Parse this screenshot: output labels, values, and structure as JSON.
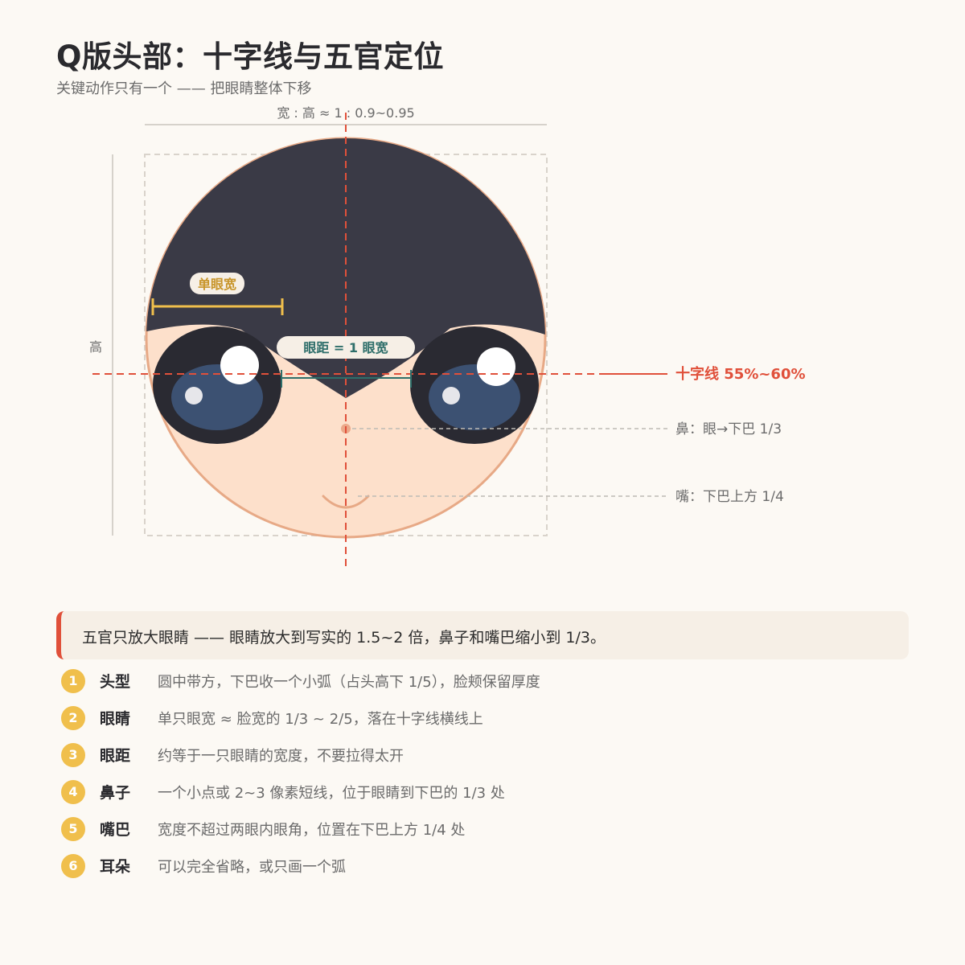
{
  "header": {
    "title": "Q版头部：十字线与五官定位",
    "subtitle": "关键动作只有一个 —— 把眼睛整体下移"
  },
  "diagram": {
    "width_ratio_label": "宽 : 高 ≈ 1 : 0.9~0.95",
    "height_label": "高",
    "eye_width_label": "单眼宽",
    "eye_gap_label": "眼距 = 1 眼宽",
    "crosshair_label": "十字线 55%~60%",
    "nose_label": "鼻：眼→下巴 1/3",
    "mouth_label": "嘴：下巴上方 1/4",
    "colors": {
      "accent_red": "#e0503a",
      "hair": "#3a3a46",
      "skin": "#fde0cb",
      "skin_outline": "#e7a986",
      "iris": "#3c5172",
      "eye_dark": "#2a2a32",
      "label_gold": "#c8952a",
      "label_teal": "#2e6e6a"
    }
  },
  "callout": {
    "text": "五官只放大眼睛 —— 眼睛放大到写实的 1.5~2 倍，鼻子和嘴巴缩小到 1/3。"
  },
  "rules": [
    {
      "num": "1",
      "term": "头型",
      "desc": "圆中带方，下巴收一个小弧（占头高下 1/5），脸颊保留厚度"
    },
    {
      "num": "2",
      "term": "眼睛",
      "desc": "单只眼宽 ≈ 脸宽的 1/3 ~ 2/5，落在十字线横线上"
    },
    {
      "num": "3",
      "term": "眼距",
      "desc": "约等于一只眼睛的宽度，不要拉得太开"
    },
    {
      "num": "4",
      "term": "鼻子",
      "desc": "一个小点或 2~3 像素短线，位于眼睛到下巴的 1/3 处"
    },
    {
      "num": "5",
      "term": "嘴巴",
      "desc": "宽度不超过两眼内眼角，位置在下巴上方 1/4 处"
    },
    {
      "num": "6",
      "term": "耳朵",
      "desc": "可以完全省略，或只画一个弧"
    }
  ]
}
